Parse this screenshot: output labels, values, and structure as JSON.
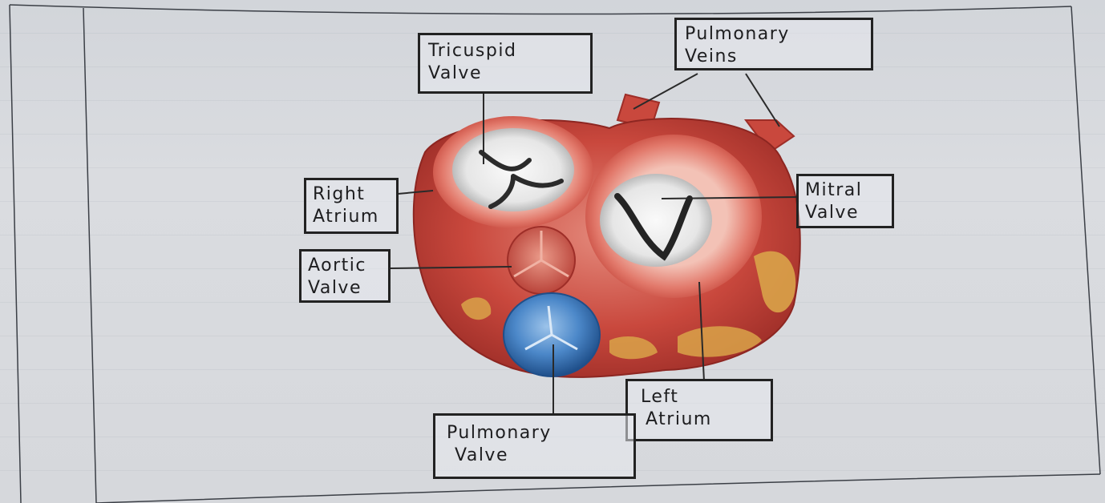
{
  "labels": {
    "tricuspid_valve": [
      "Tricuspid",
      "Valve"
    ],
    "pulmonary_veins": [
      "Pulmonary",
      "Veins"
    ],
    "right_atrium": [
      "Right",
      "Atrium"
    ],
    "mitral_valve": [
      "Mitral",
      "Valve"
    ],
    "aortic_valve": [
      "Aortic",
      "Valve"
    ],
    "left_atrium": [
      "Left",
      "Atrium"
    ],
    "pulmonary_valve": [
      "Pulmonary",
      "Valve"
    ]
  },
  "colors": {
    "heart_muscle": "#c2453c",
    "heart_light": "#e89384",
    "valve_interior": "#ececec",
    "pulmonary_trunk": "#4a86c8",
    "fat": "#d9a349",
    "ink": "#222222"
  }
}
